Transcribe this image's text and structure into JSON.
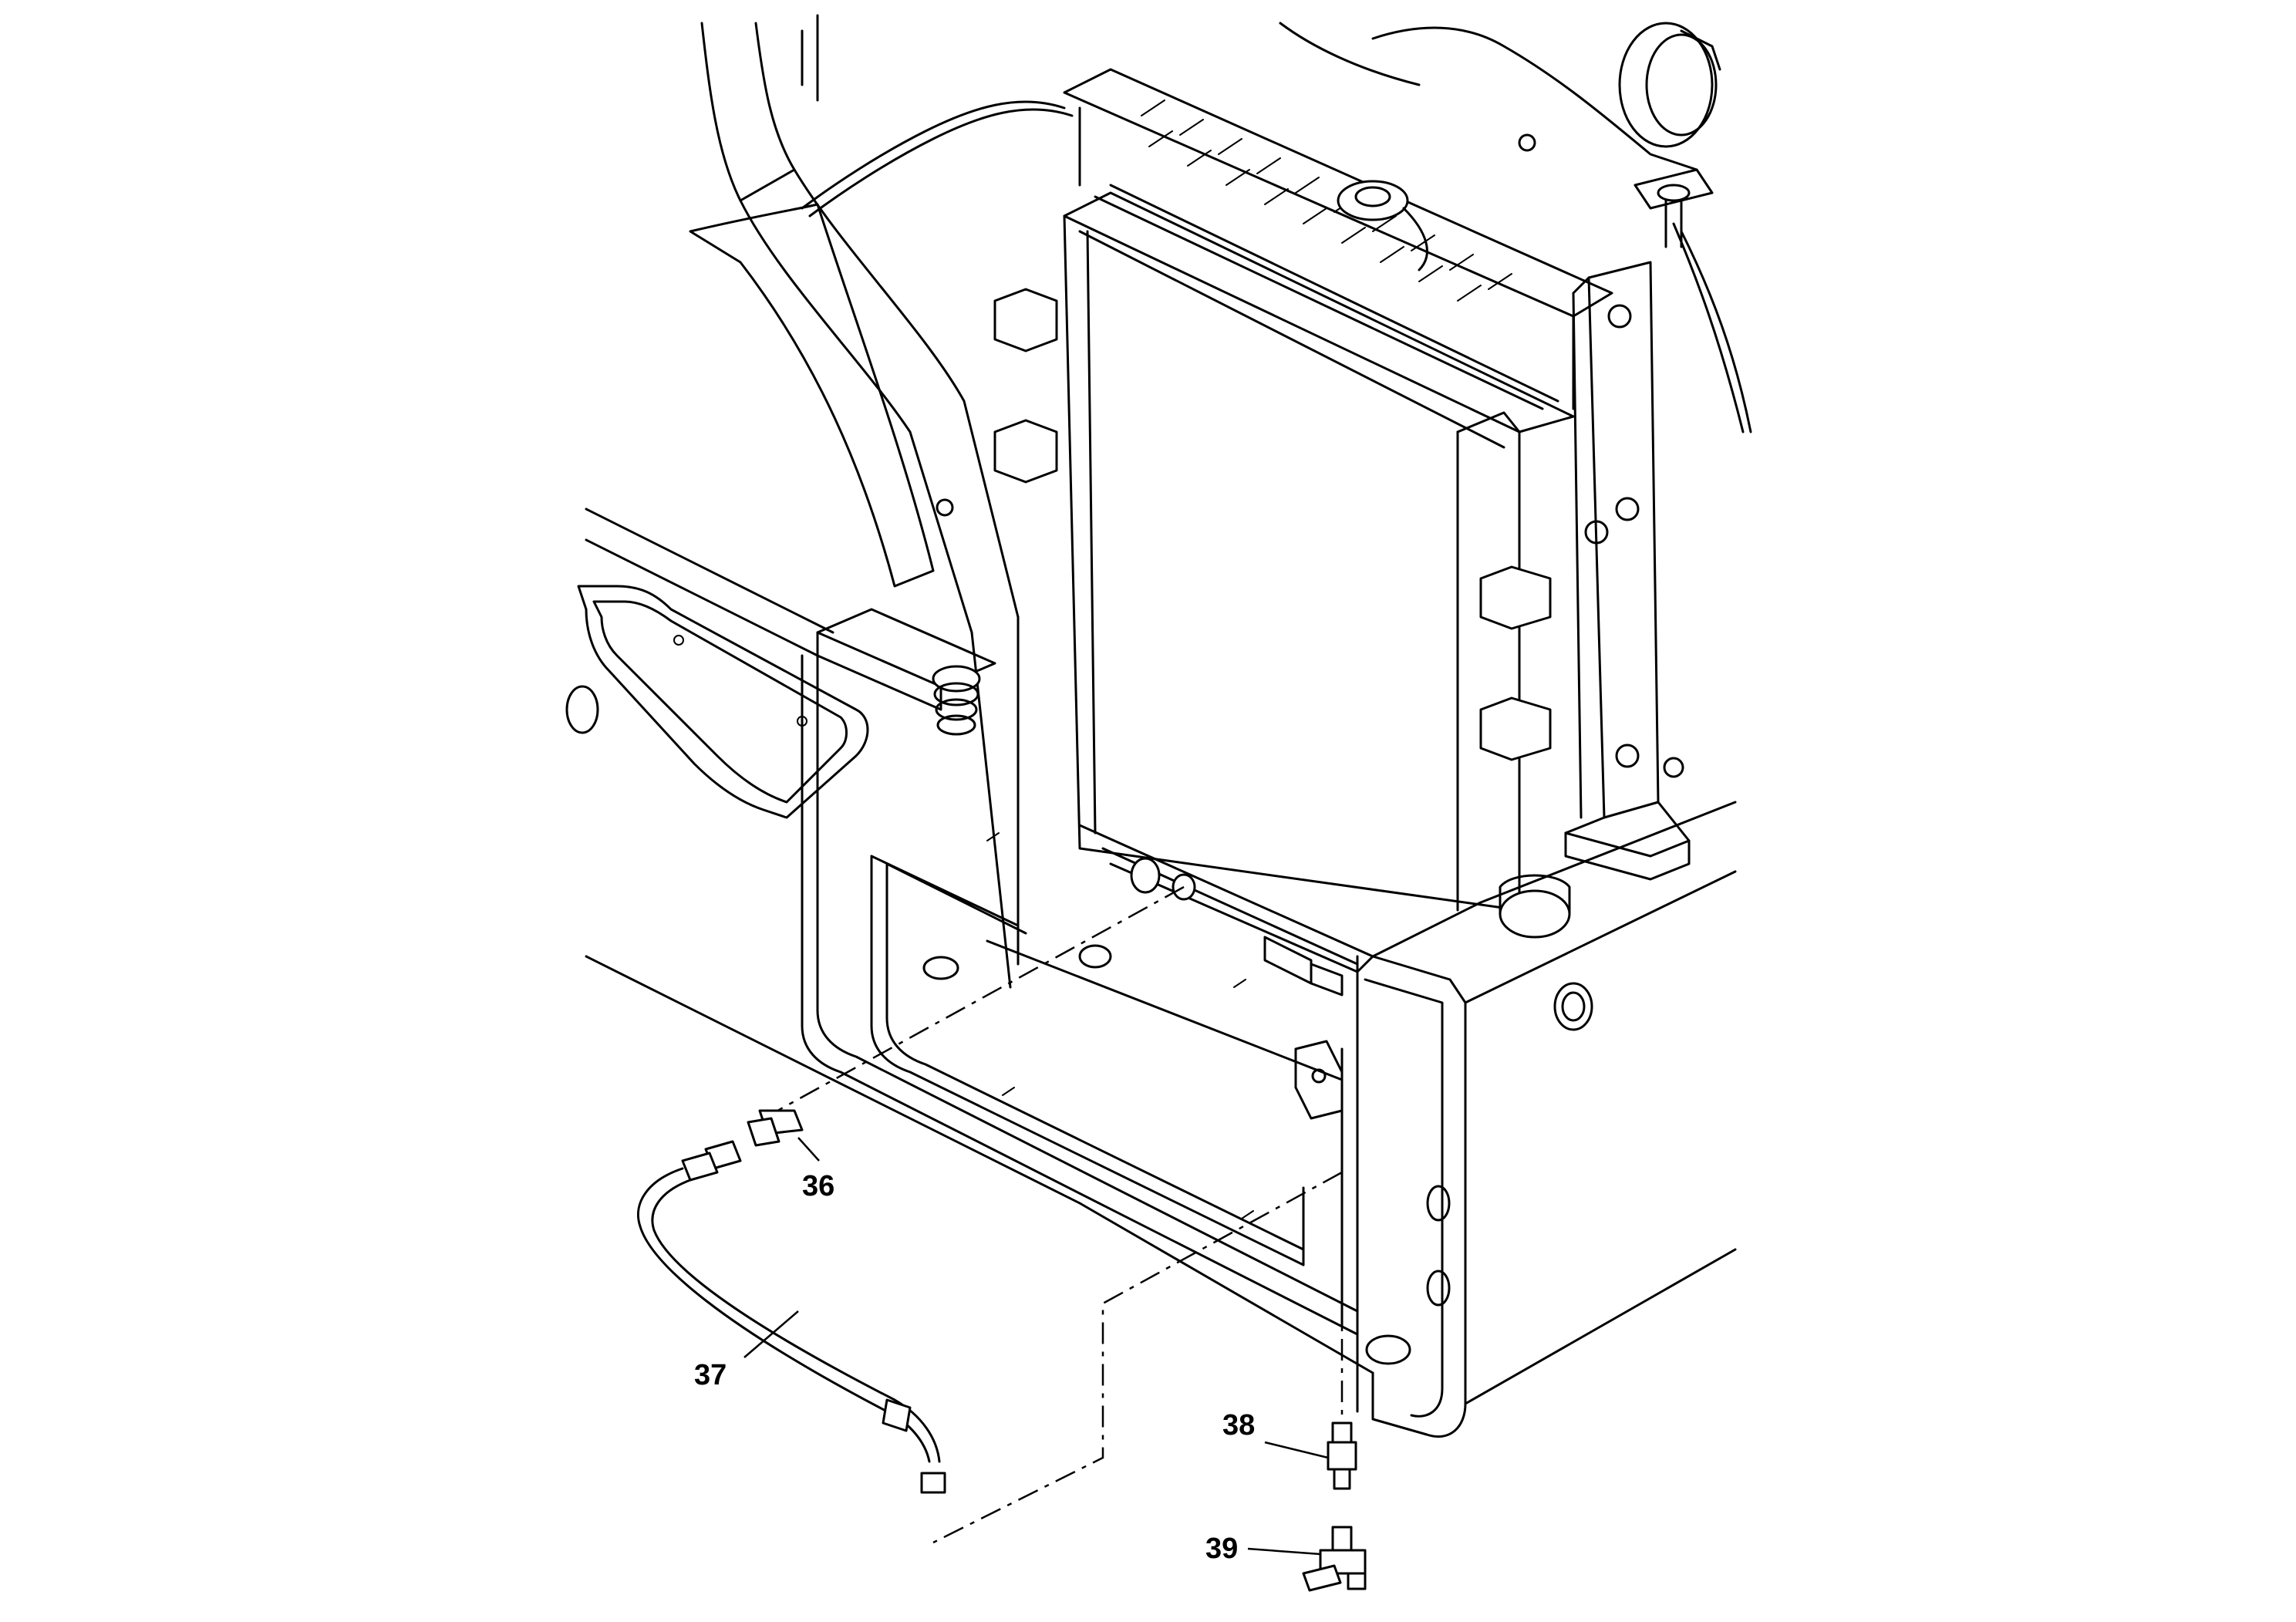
{
  "callouts": [
    {
      "id": "36",
      "label": "36"
    },
    {
      "id": "37",
      "label": "37"
    },
    {
      "id": "38",
      "label": "38"
    },
    {
      "id": "39",
      "label": "39"
    }
  ]
}
